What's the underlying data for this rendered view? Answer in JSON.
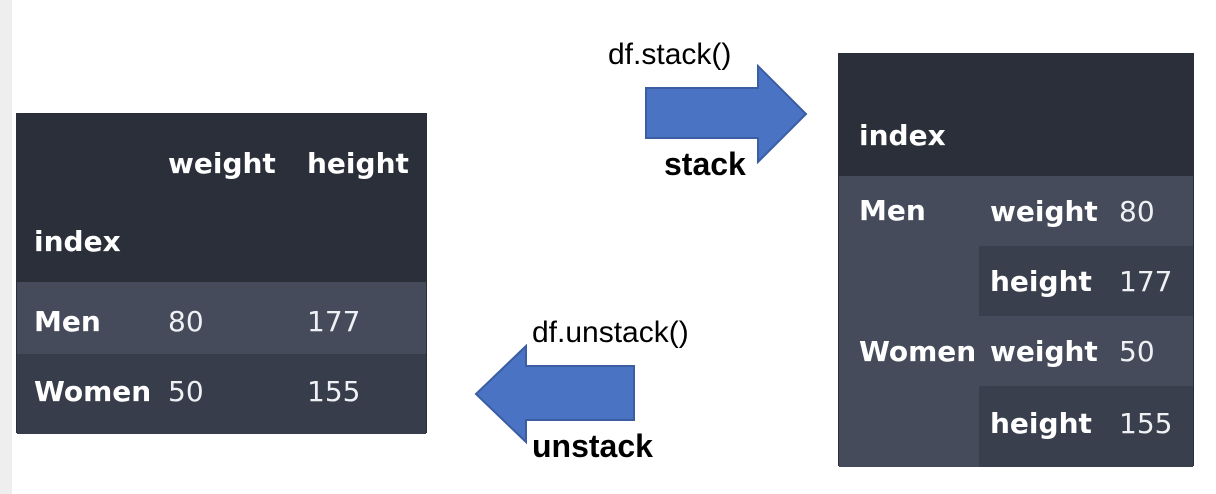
{
  "wide_table": {
    "columns": [
      "weight",
      "height"
    ],
    "index_label": "index",
    "rows": [
      {
        "index": "Men",
        "weight": "80",
        "height": "177"
      },
      {
        "index": "Women",
        "weight": "50",
        "height": "155"
      }
    ]
  },
  "long_table": {
    "index_label": "index",
    "rows": [
      {
        "group": "Men",
        "key": "weight",
        "value": "80"
      },
      {
        "group": "",
        "key": "height",
        "value": "177"
      },
      {
        "group": "Women",
        "key": "weight",
        "value": "50"
      },
      {
        "group": "",
        "key": "height",
        "value": "155"
      }
    ]
  },
  "stack_arrow": {
    "code": "df.stack()",
    "label": "stack",
    "color": "#4a73c4"
  },
  "unstack_arrow": {
    "code": "df.unstack()",
    "label": "unstack",
    "color": "#4a73c4"
  },
  "colors": {
    "table_header": "#2a2f39",
    "row_light": "#454b5b",
    "row_dark": "#383d4b",
    "arrow_fill": "#4a73c4",
    "arrow_stroke": "#3b5ea3"
  }
}
